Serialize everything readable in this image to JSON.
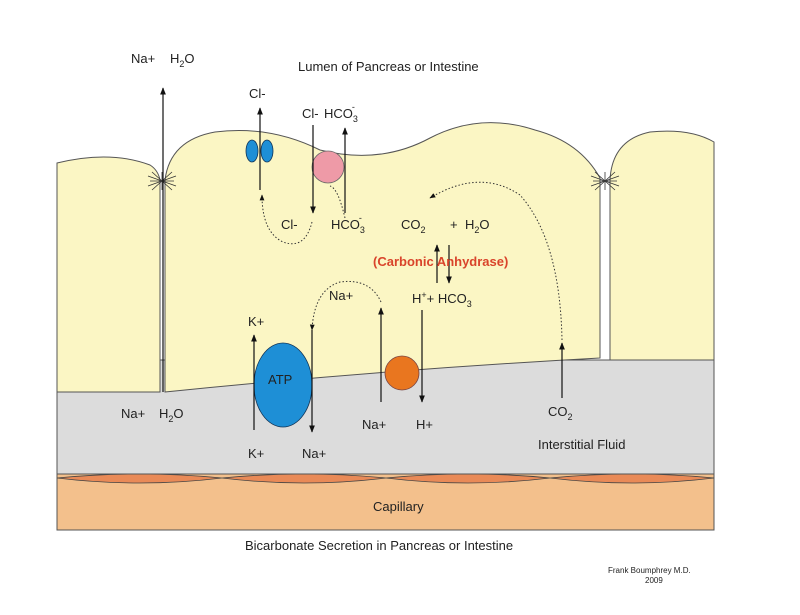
{
  "colors": {
    "cell_fill": "#fbf6c4",
    "interstitial_fill": "#dcdcdc",
    "capillary_fill": "#f3c08c",
    "capillary_lens": "#e98a57",
    "cl_channel": "#1e8fd6",
    "exchanger": "#ee9aa7",
    "atp_pump": "#1e8fd6",
    "nah_exchanger": "#e9761f",
    "enzyme_text": "#d9442b"
  },
  "regions": {
    "lumen": "Lumen of Pancreas or Intestine",
    "interstitial": "Interstitial Fluid",
    "capillary": "Capillary"
  },
  "caption": "Bicarbonate Secretion in Pancreas or Intestine",
  "credit": {
    "name": "Frank Boumphrey M.D.",
    "year": "2009"
  },
  "labels": {
    "na_top": "Na+",
    "h2o_top_base": "H",
    "h2o_top_sub": "2",
    "h2o_top_tail": "O",
    "cl_top": "Cl-",
    "cl_exch": "Cl-",
    "hco3_exch_base": "HCO",
    "hco3_exch_sub": "3",
    "hco3_exch_sup": "-",
    "cl_inner": "Cl-",
    "hco3_inner_base": "HCO",
    "hco3_inner_sub": "3",
    "hco3_inner_sup": "-",
    "co2_inner_base": "CO",
    "co2_inner_sub": "2",
    "plus": "+",
    "h2o_inner_base": "H",
    "h2o_inner_sub": "2",
    "h2o_inner_tail": "O",
    "enzyme": "(Carbonic Anhydrase)",
    "h_ion_base": "H",
    "h_ion_sup": "+",
    "hco3_product_text": "+ HCO",
    "hco3_product_sub": "3",
    "na_inner": "Na+",
    "k_top": "K+",
    "atp": "ATP",
    "na_left": "Na+",
    "h2o_left_base": "H",
    "h2o_left_sub": "2",
    "h2o_left_tail": "O",
    "k_bottom": "K+",
    "na_bottom": "Na+",
    "na_exch": "Na+",
    "h_exch": "H+",
    "co2_right_base": "CO",
    "co2_right_sub": "2"
  }
}
